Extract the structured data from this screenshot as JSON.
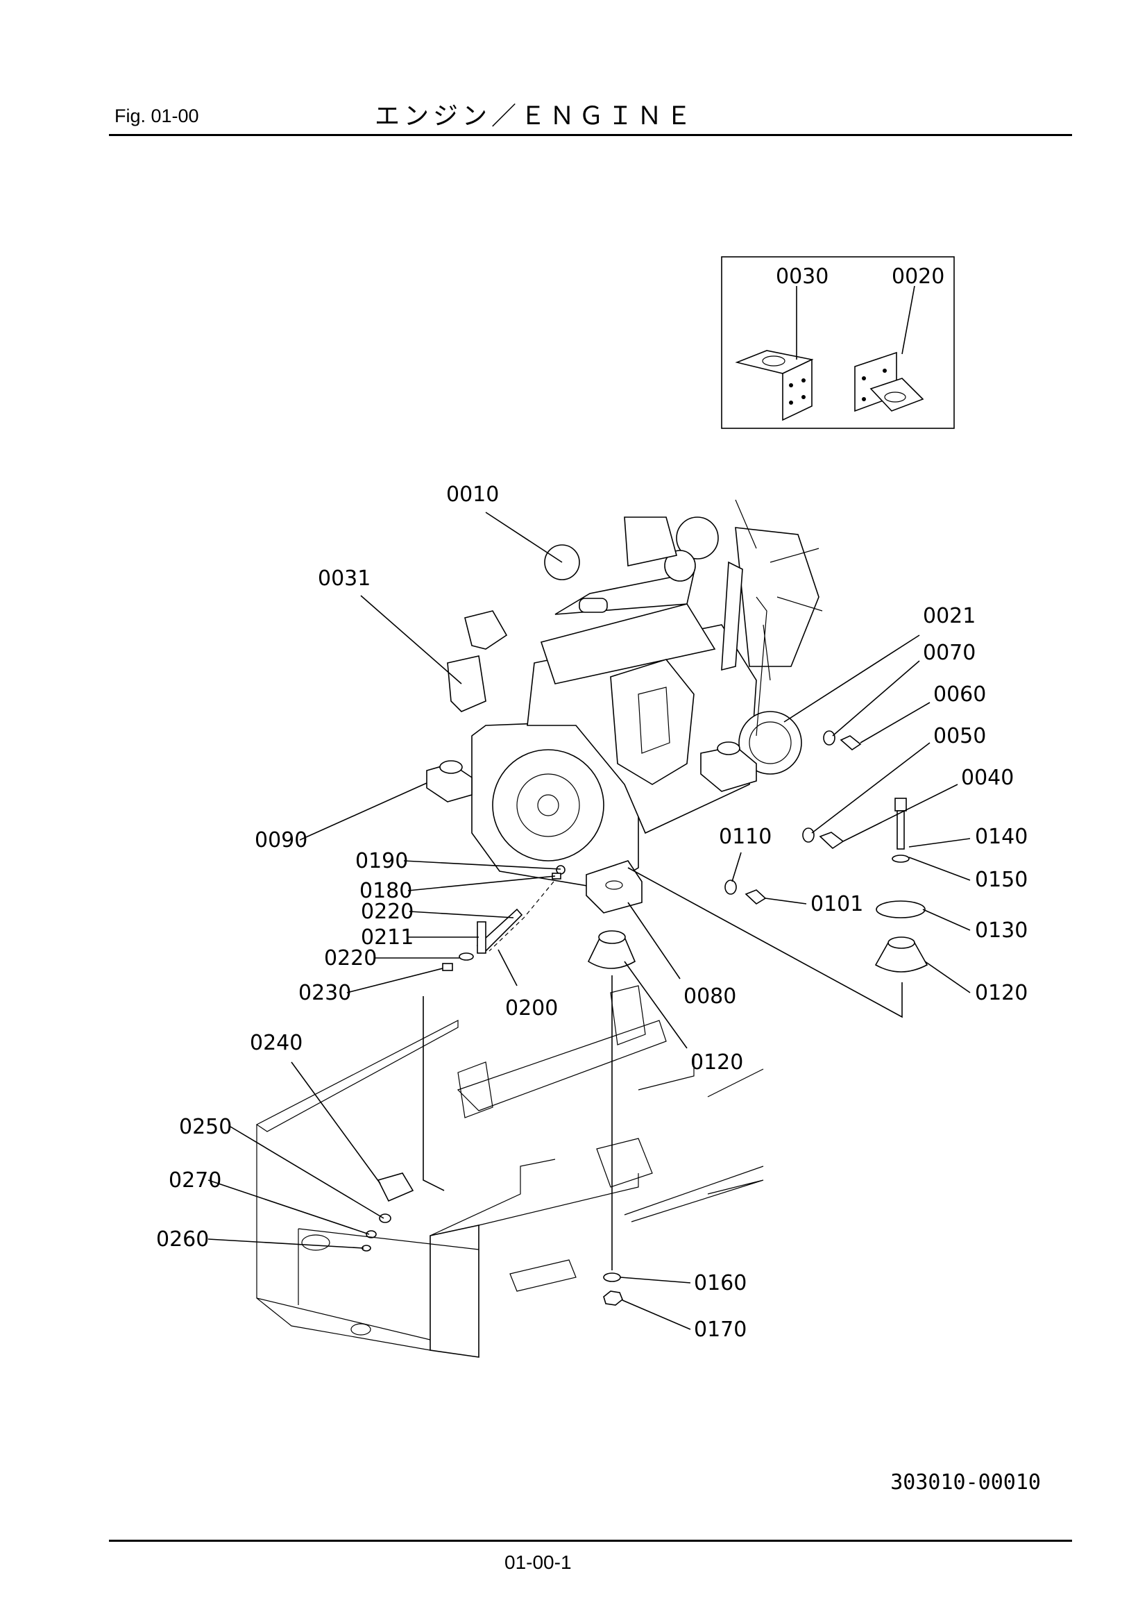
{
  "header": {
    "figure_label": "Fig. 01-00",
    "title": "エンジン／ＥＮＧＩＮＥ"
  },
  "footer": {
    "drawing_code": "303010-00010",
    "page_number": "01-00-1"
  },
  "part_numbers": [
    "0030",
    "0020",
    "0010",
    "0031",
    "0021",
    "0070",
    "0060",
    "0050",
    "0040",
    "0090",
    "0110",
    "0140",
    "0190",
    "0150",
    "0180",
    "0101",
    "0220",
    "0130",
    "0211",
    "0220",
    "0120",
    "0230",
    "0200",
    "0080",
    "0240",
    "0120",
    "0250",
    "0270",
    "0260",
    "0160",
    "0170"
  ]
}
